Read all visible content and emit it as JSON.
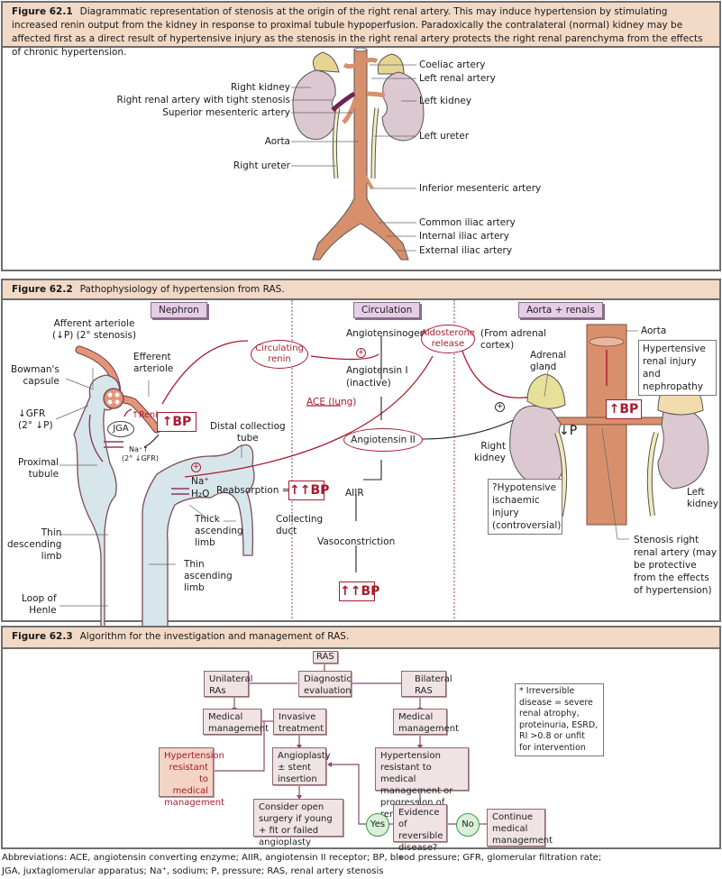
{
  "figure1": {
    "number": "Figure 62.1",
    "caption": "Diagrammatic representation of stenosis at the origin of the right renal artery. This may induce hypertension by stimulating increased renin output from the kidney in response to proximal tubule hypoperfusion. Paradoxically the contralateral (normal) kidney may be affected first as a direct result of hypertensive injury as the stenosis in the right renal artery protects the right renal parenchyma from the effects of chronic hypertension.",
    "left_labels": [
      "Right kidney",
      "Right renal artery with tight stenosis",
      "Superior mesenteric artery",
      "Aorta",
      "Right ureter"
    ],
    "right_labels": [
      "Coeliac artery",
      "Left renal artery",
      "Left kidney",
      "Left ureter",
      "Inferior mesenteric artery",
      "Common iliac artery",
      "Internal iliac artery",
      "External iliac artery"
    ]
  },
  "figure2": {
    "number": "Figure 62.2",
    "caption": "Pathophysiology of hypertension from RAS.",
    "sections": [
      "Nephron",
      "Circulation",
      "Aorta + renals"
    ],
    "nephron": {
      "afferent": [
        "Afferent arteriole",
        "(↓P) (2° stenosis)"
      ],
      "efferent": [
        "Efferent",
        "arteriole"
      ],
      "bowman": [
        "Bowman's",
        "capsule"
      ],
      "gfr": [
        "↓GFR",
        "(2° ↓P)"
      ],
      "jga": "JGA",
      "renin": "↑Renin",
      "bp1": "↑BP",
      "na": "Na⁺↑",
      "na_sub": "(2° ↓GFR)",
      "proximal": [
        "Proximal",
        "tubule"
      ],
      "distal": [
        "Distal collectiog",
        "tube"
      ],
      "plus": "+",
      "na2": "Na⁺",
      "h2o": "H₂O",
      "reabsorption": "Reabsorption =",
      "bp2": "↑↑BP",
      "thick": [
        "Thick",
        "ascending",
        "limb"
      ],
      "collecting": [
        "Collecting",
        "duct"
      ],
      "thin_desc": [
        "Thin",
        "descending",
        "limb"
      ],
      "thin_asc": [
        "Thin",
        "ascending",
        "limb"
      ],
      "loop": [
        "Loop of",
        "Henle"
      ]
    },
    "circulation": {
      "circulating_renin": "Circulating renin",
      "angiotensinogen": "Angiotensinogen",
      "aldosterone": "Aldosterone release",
      "from_adrenal": "(From adrenal cortex)",
      "angiotensin1": "Angiotensin I",
      "inactive": "(inactive)",
      "ace": "ACE (lung)",
      "angiotensin2": "Angiotensin II",
      "aiir": "AIIR",
      "vasoconstriction": "Vasoconstriction",
      "bp3": "↑↑BP"
    },
    "aorta": {
      "aorta": "Aorta",
      "adrenal": [
        "Adrenal",
        "gland"
      ],
      "hypertensive": "Hypertensive renal injury and nephropathy",
      "bp": "↑BP",
      "low_p": "↓P",
      "right_kidney": [
        "Right",
        "kidney"
      ],
      "left_kidney": [
        "Left",
        "kidney"
      ],
      "hypotensive": "?Hypotensive ischaemic injury (controversial)",
      "stenosis": "Stenosis right renal artery (may be protective from the effects of hypertension)"
    }
  },
  "figure3": {
    "number": "Figure 62.3",
    "caption": "Algorithm for the investigation and management of RAS.",
    "boxes": {
      "ras": "RAS",
      "diagnostic": "Diagnostic evaluation",
      "unilateral": "Unilateral RAs",
      "bilateral": "Bilateral RAS",
      "med_left": "Medical management",
      "invasive": "Invasive treatment",
      "med_right": "Medical management",
      "resistant_alert": "Hypertension resistant to medical management",
      "angioplasty": "Angioplasty ± stent insertion",
      "resistant_right": "Hypertension resistant to medical management or progression of renal failure",
      "surgery": "Consider open surgery if young + fit or failed angioplasty",
      "evidence": "Evidence of reversible disease?*",
      "continue": "Continue medical management",
      "yes": "Yes",
      "no": "No"
    },
    "footnote": "* Irreversible disease = severe renal atrophy, proteinuria, ESRD, RI >0.8 or unfit for intervention"
  },
  "abbreviations": {
    "line1": "Abbreviations:   ACE, angiotensin converting enzyme; AIIR, angiotensin II receptor; BP, blood pressure; GFR, glomerular filtration rate;",
    "line2": "JGA, juxtaglomerular apparatus; Na⁺, sodium; P, pressure; RAS, renal artery stenosis"
  },
  "colors": {
    "caption_bg": "#f1d9c6",
    "accent_red": "#a61c2e",
    "aorta": "#d8906c",
    "kidney": "#dcc8d0",
    "section_label": "#e6cde6",
    "flow_box": "#efe3e3",
    "yes_no": "#d9f0d9"
  }
}
